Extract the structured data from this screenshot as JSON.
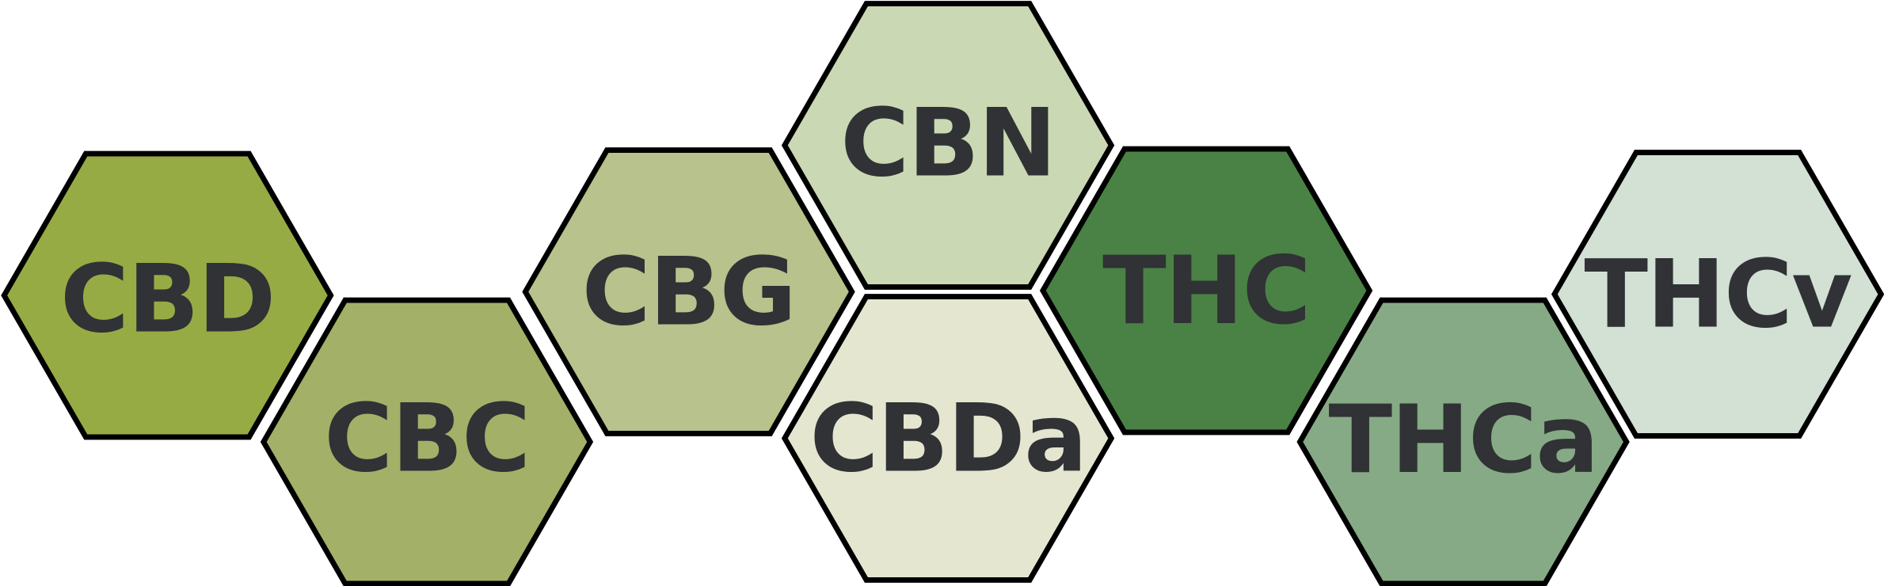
{
  "title": "Cannabinoid hexagons",
  "text_color": "#303235",
  "hexagons": [
    {
      "label": "CBD",
      "color": "#97ab45"
    },
    {
      "label": "CBC",
      "color": "#a3b068"
    },
    {
      "label": "CBG",
      "color": "#b7c28c"
    },
    {
      "label": "CBN",
      "color": "#cbd8b4"
    },
    {
      "label": "CBDa",
      "color": "#e5e6d0"
    },
    {
      "label": "THC",
      "color": "#4a8245"
    },
    {
      "label": "THCa",
      "color": "#86aa85"
    },
    {
      "label": "THCv",
      "color": "#d3e1d5"
    }
  ]
}
